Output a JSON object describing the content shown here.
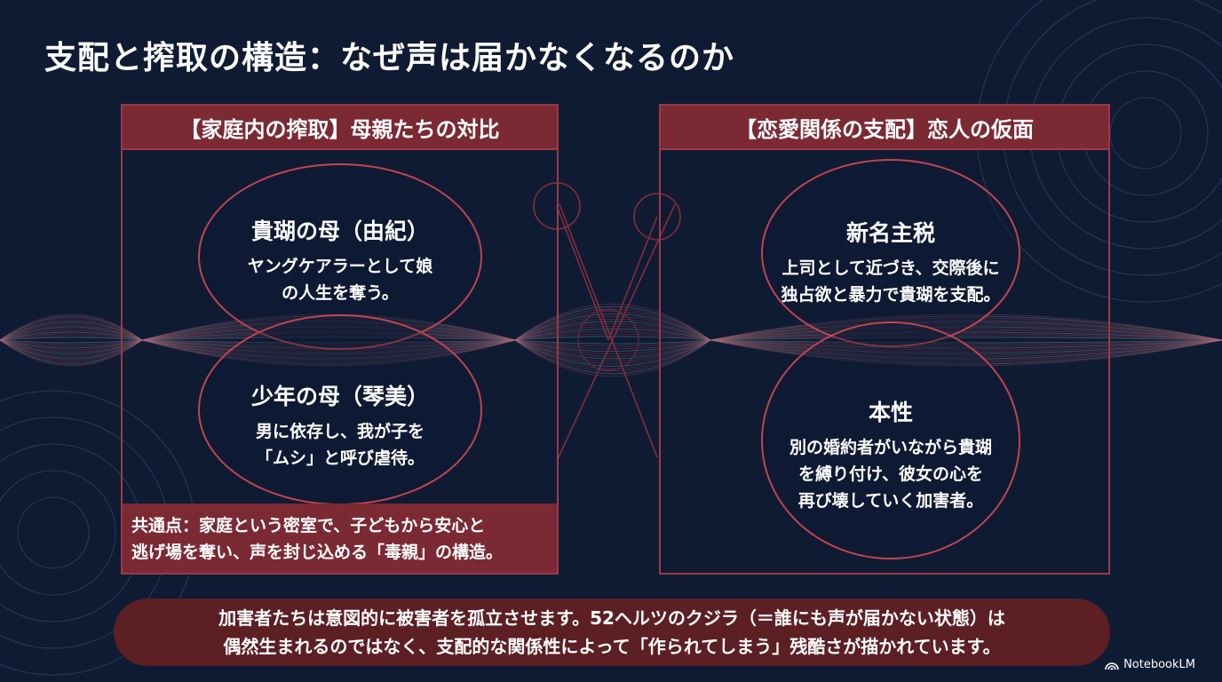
{
  "title": "支配と搾取の構造：なぜ声は届かなくなるのか",
  "left_panel": {
    "header": "【家庭内の搾取】母親たちの対比",
    "nodes": [
      {
        "title": "貴瑚の母（由紀）",
        "lines": [
          "ヤングケアラーとして娘",
          "の人生を奪う。"
        ]
      },
      {
        "title": "少年の母（琴美）",
        "lines": [
          "男に依存し、我が子を",
          "「ムシ」と呼び虐待。"
        ]
      }
    ],
    "common": [
      "共通点：家庭という密室で、子どもから安心と",
      "逃げ場を奪い、声を封じ込める「毒親」の構造。"
    ]
  },
  "right_panel": {
    "header": "【恋愛関係の支配】恋人の仮面",
    "nodes": [
      {
        "title": "新名主税",
        "lines": [
          "上司として近づき、交際後に",
          "独占欲と暴力で貴瑚を支配。"
        ]
      },
      {
        "title": "本性",
        "lines": [
          "別の婚約者がいながら貴瑚",
          "を縛り付け、彼女の心を",
          "再び壊していく加害者。"
        ]
      }
    ]
  },
  "summary": [
    "加害者たちは意図的に被害者を孤立させます。52ヘルツのクジラ（＝誰にも声が届かない状態）は",
    "偶然生まれるのではなく、支配的な関係性によって「作られてしまう」残酷さが描かれています。"
  ],
  "brand": {
    "name": "NotebookLM",
    "icon": "notebooklm-logo-icon"
  },
  "colors": {
    "background": "#0f1b33",
    "accent_red": "#7b2a34",
    "border_red": "#9b3a45",
    "ellipse_red": "#c0444f",
    "summary_bg": "#5c1f24",
    "wave_cyan": "#6fb8c8"
  }
}
